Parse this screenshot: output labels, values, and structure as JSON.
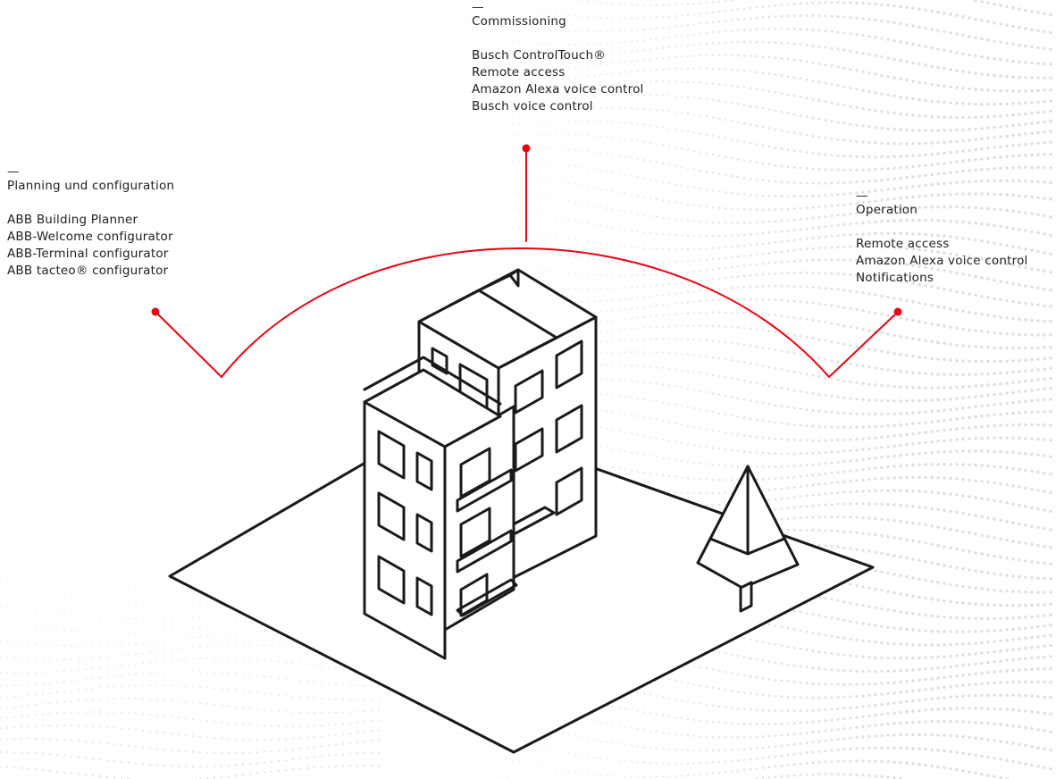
{
  "theme": {
    "accent": "#e30613",
    "line": "#1a1a1a",
    "texture": "#d8d8d8"
  },
  "sections": {
    "commissioning": {
      "dash": "—",
      "heading": "Commissioning",
      "items": [
        "Busch ControlTouch®",
        "Remote access",
        "Amazon Alexa voice control",
        "Busch voice control"
      ]
    },
    "planning": {
      "dash": "—",
      "heading": "Planning und configuration",
      "items": [
        "ABB Building Planner",
        "ABB-Welcome configurator",
        "ABB-Terminal configurator",
        "ABB tacteo® configurator"
      ]
    },
    "operation": {
      "dash": "—",
      "heading": "Operation",
      "items": [
        "Remote access",
        "Amazon Alexa voice control",
        "Notifications"
      ]
    }
  }
}
